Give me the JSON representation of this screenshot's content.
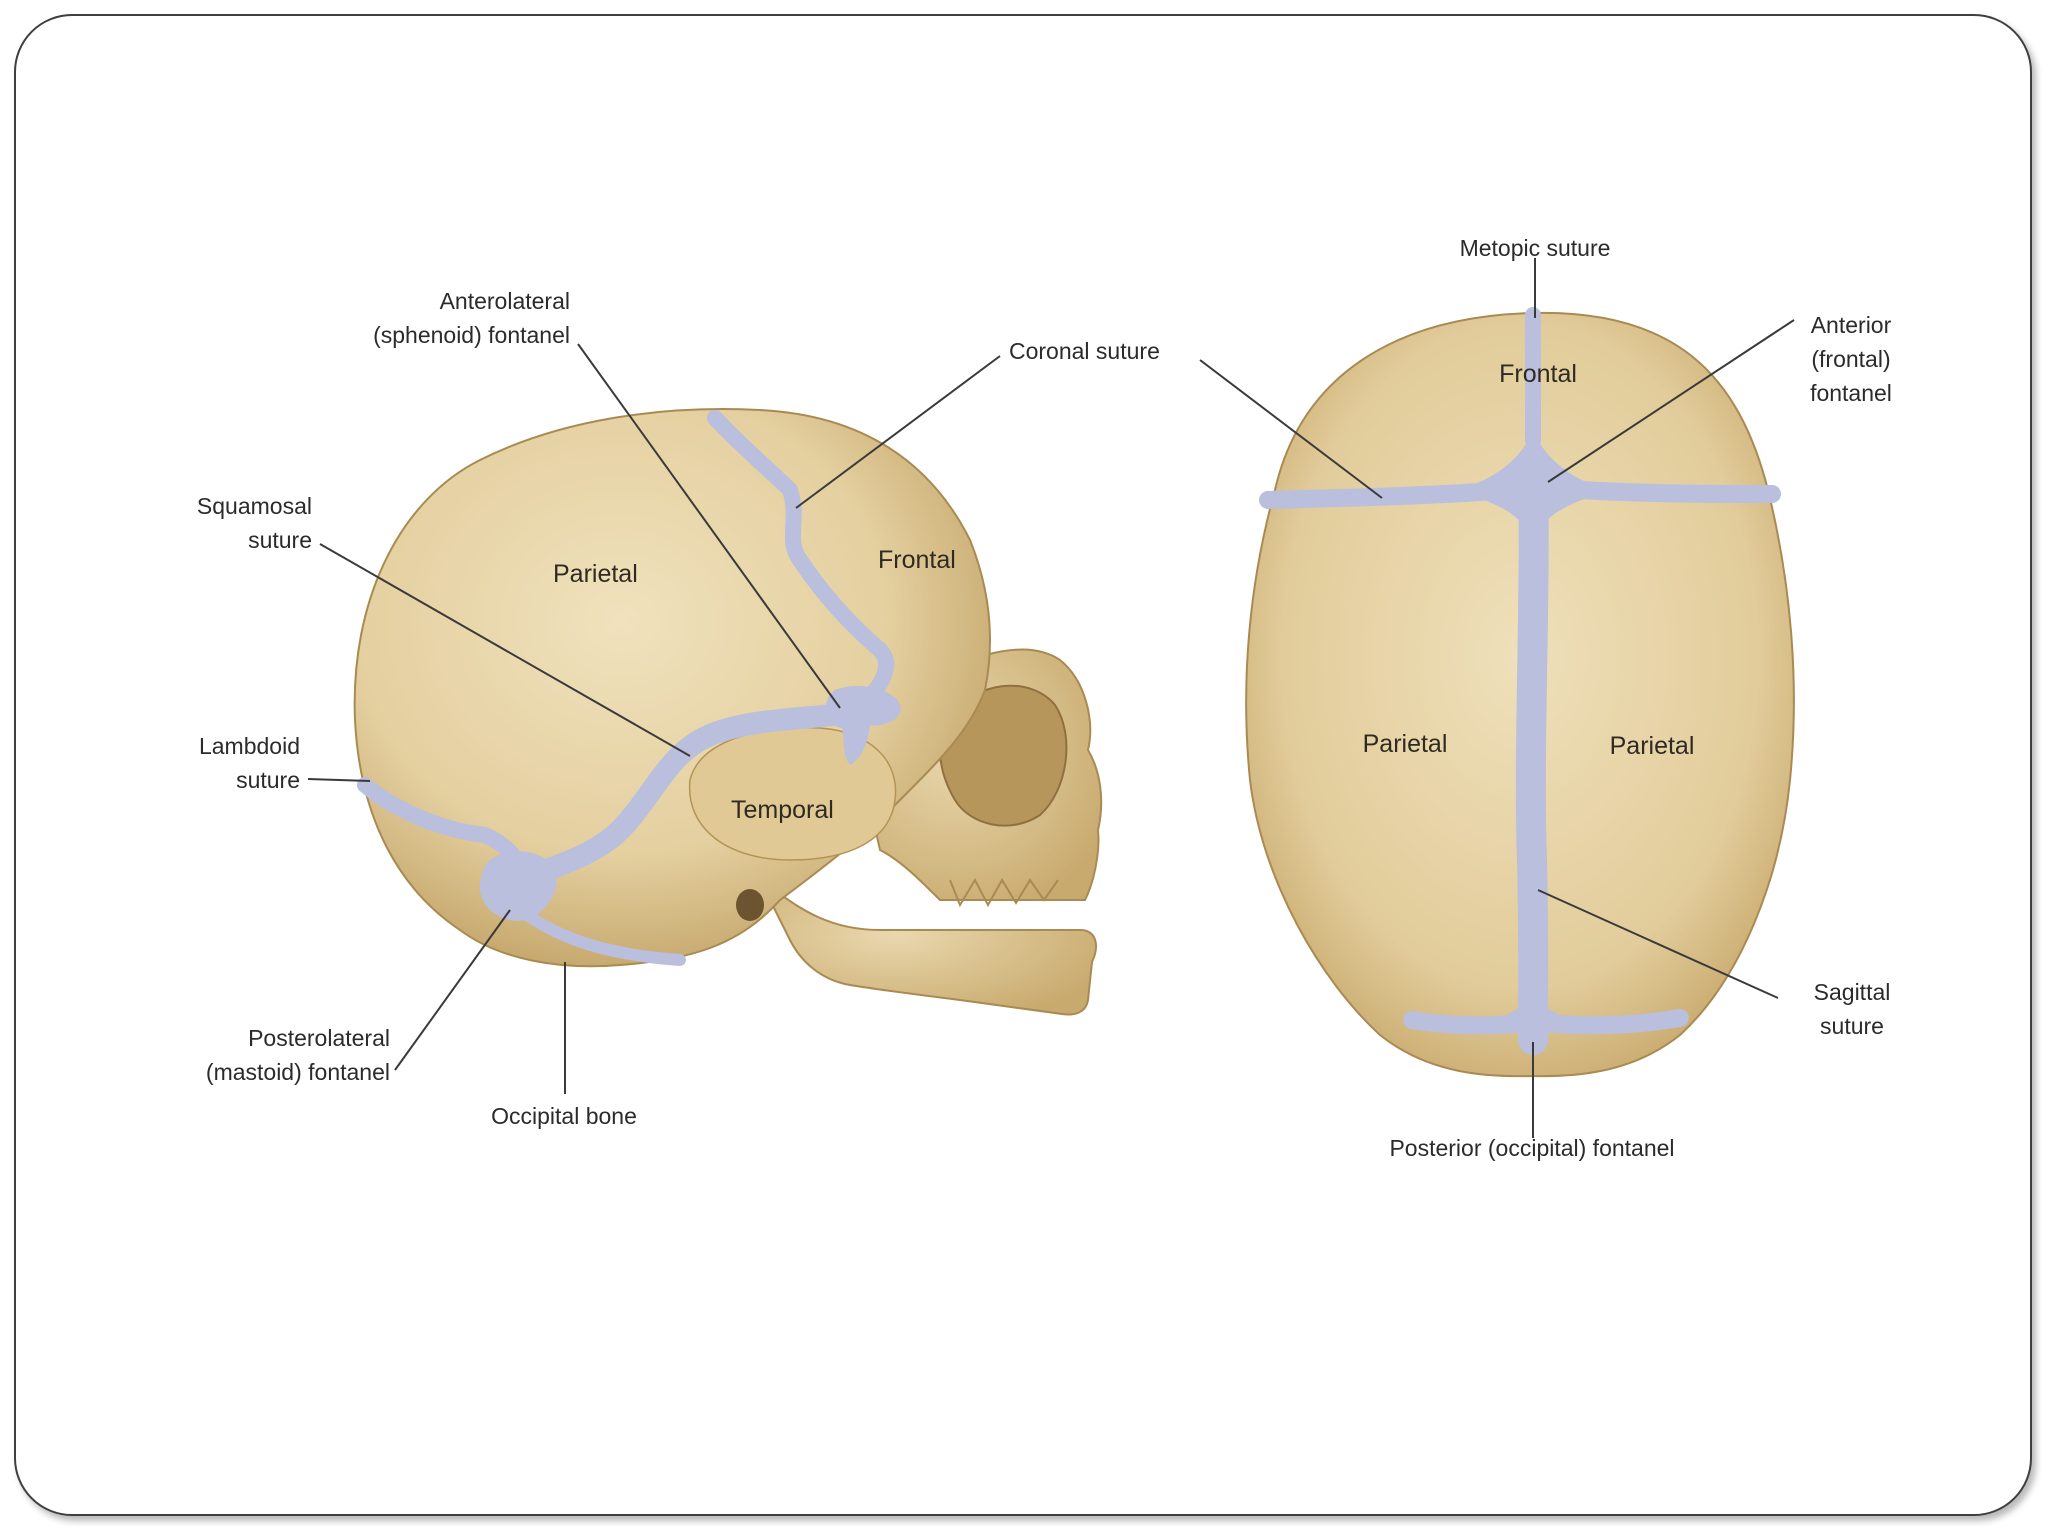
{
  "lateral_view": {
    "labels": {
      "anterolateral_1": "Anterolateral",
      "anterolateral_2": "(sphenoid) fontanel",
      "coronal": "Coronal suture",
      "squamosal_1": "Squamosal",
      "squamosal_2": "suture",
      "lambdoid_1": "Lambdoid",
      "lambdoid_2": "suture",
      "posterolateral_1": "Posterolateral",
      "posterolateral_2": "(mastoid) fontanel",
      "occipital": "Occipital bone"
    },
    "bones": {
      "parietal": "Parietal",
      "frontal": "Frontal",
      "temporal": "Temporal"
    }
  },
  "superior_view": {
    "labels": {
      "metopic": "Metopic suture",
      "anterior_1": "Anterior",
      "anterior_2": "(frontal)",
      "anterior_3": "fontanel",
      "sagittal_1": "Sagittal",
      "sagittal_2": "suture",
      "posterior": "Posterior (occipital) fontanel"
    },
    "bones": {
      "frontal": "Frontal",
      "parietal_left": "Parietal",
      "parietal_right": "Parietal"
    }
  },
  "colors": {
    "bone": "#e6d3a6",
    "bone_shadow": "#c9ad74",
    "suture": "#b9bfdc",
    "leader": "#3a3a3a",
    "frame": "#3f3f3f"
  }
}
